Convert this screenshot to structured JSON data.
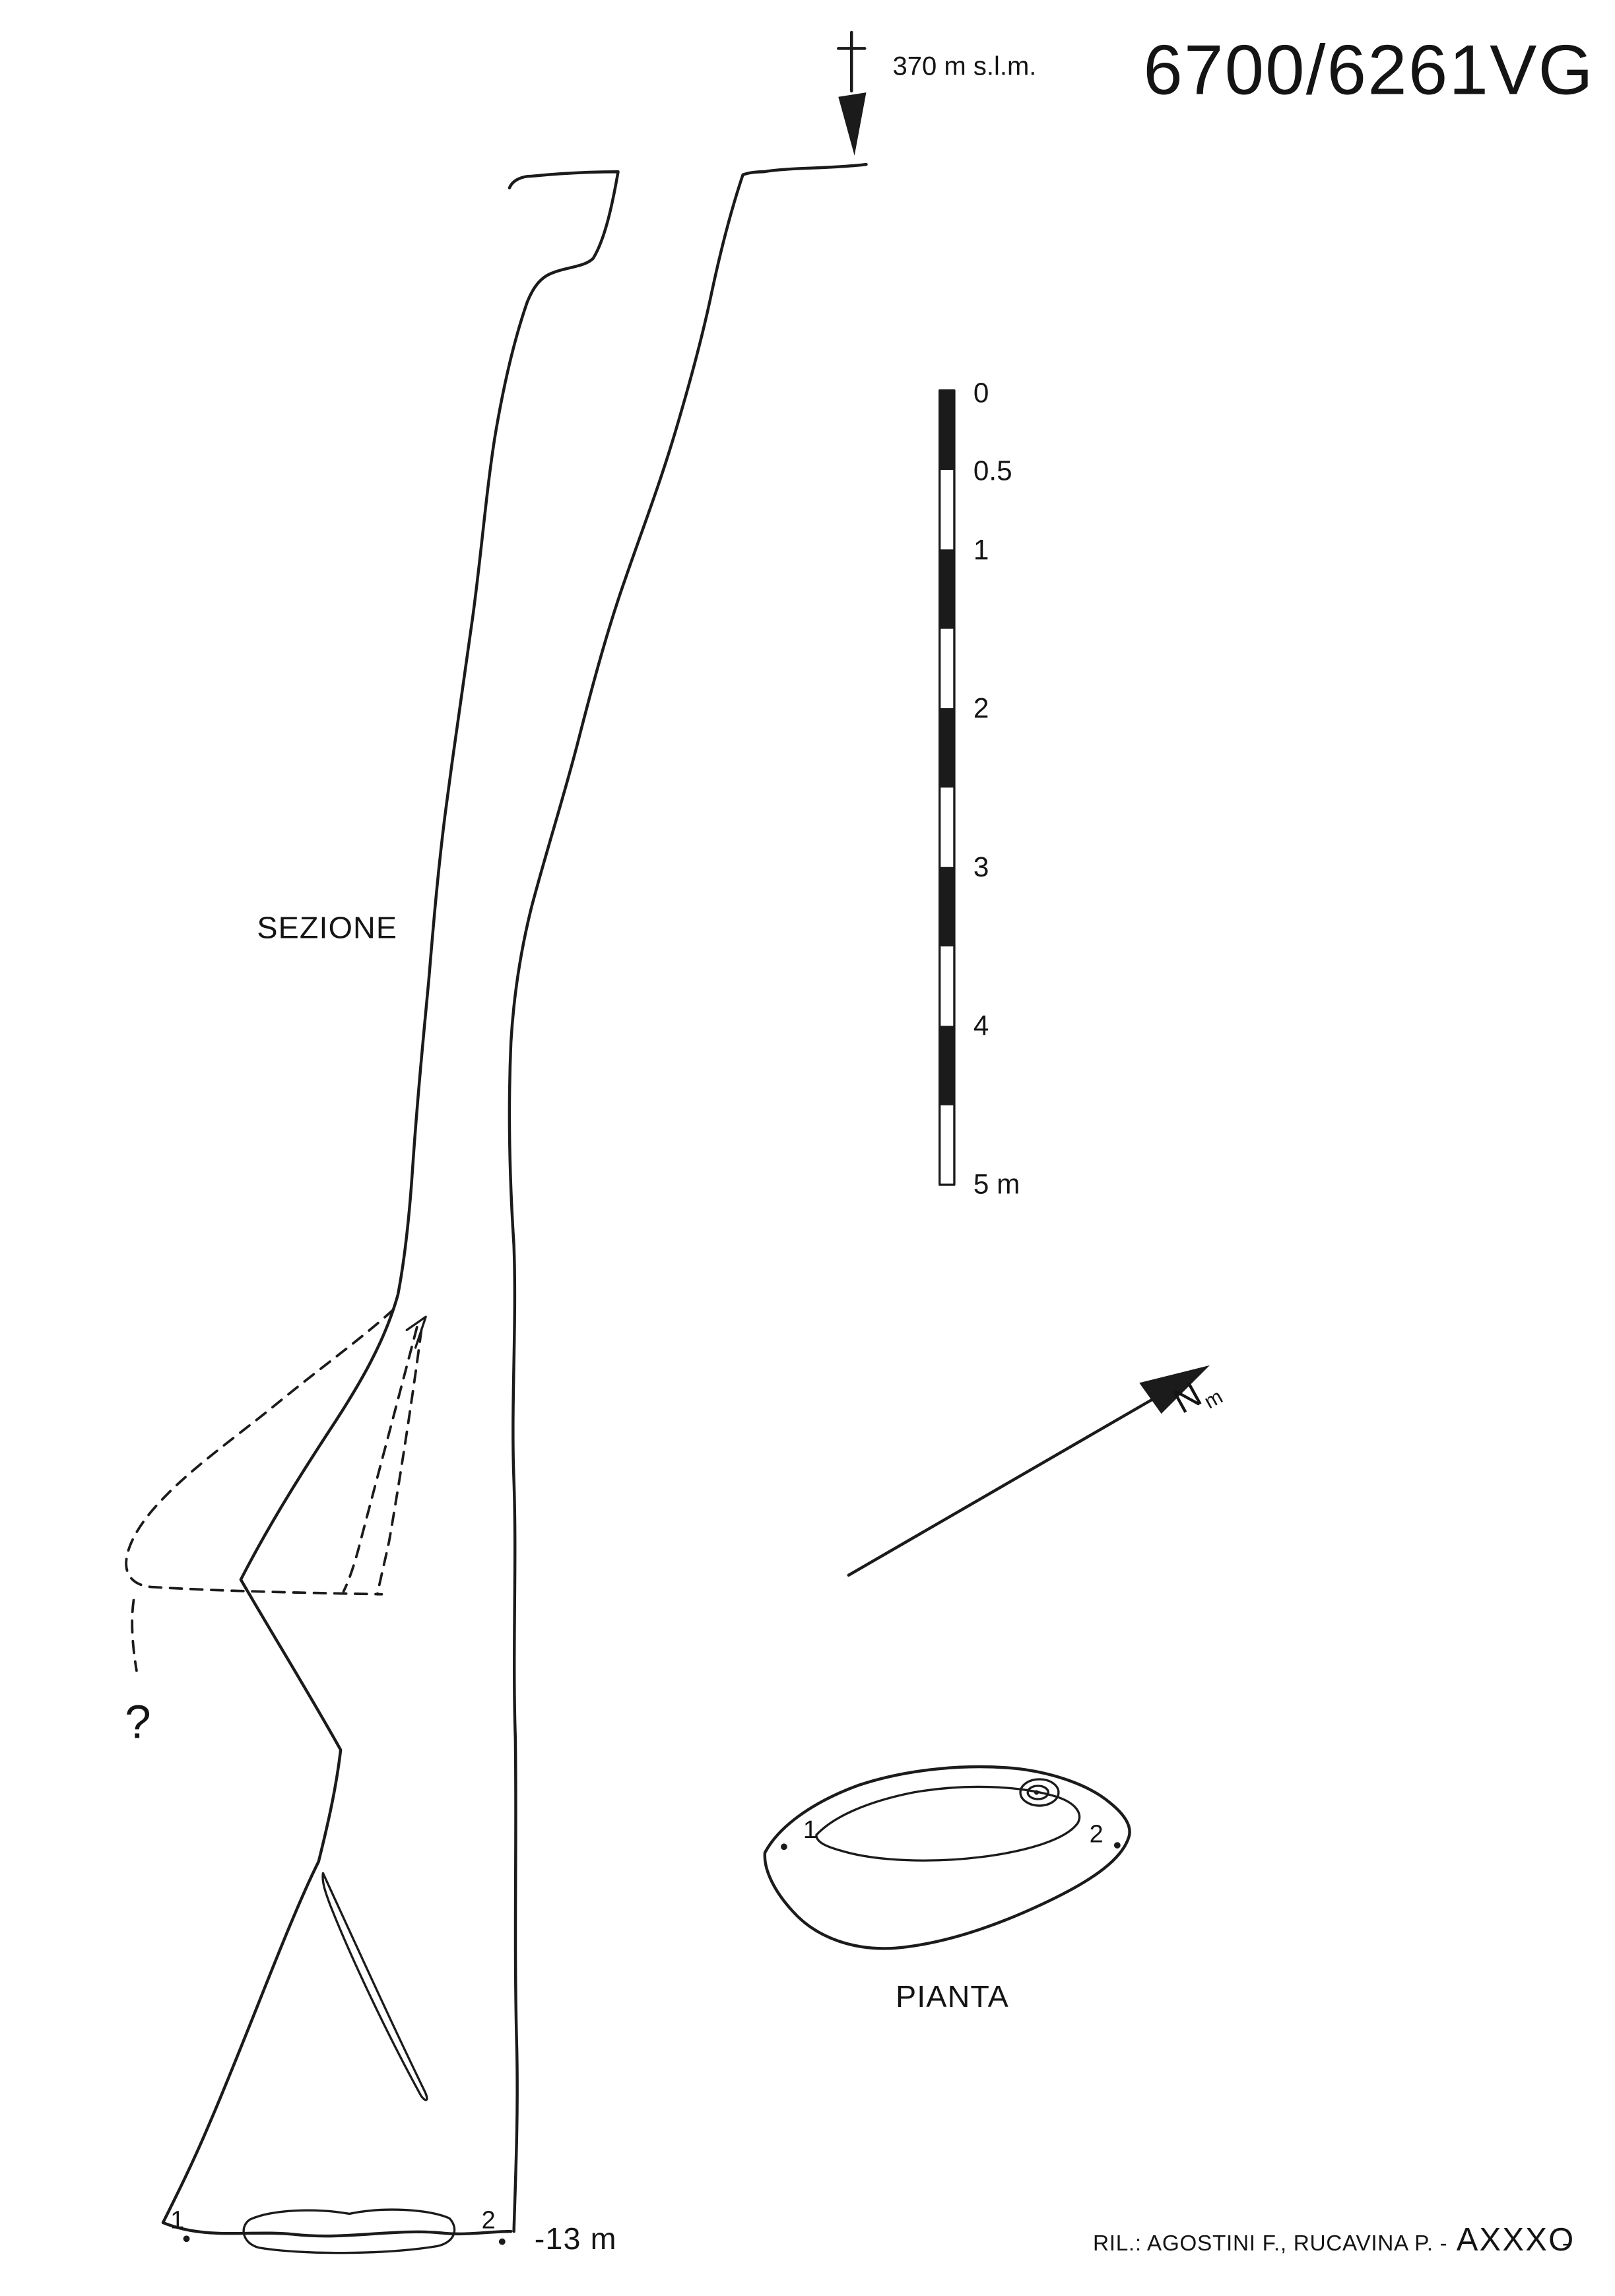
{
  "header": {
    "catalog_number": "6700/6261VG",
    "elevation_label": "370 m s.l.m."
  },
  "section": {
    "label": "SEZIONE",
    "depth_label": "-13 m",
    "station_left": "1",
    "station_right": "2",
    "uncertainty_mark": "?"
  },
  "plan": {
    "label": "PIANTA",
    "station_left": "1",
    "station_right": "2"
  },
  "scale_bar": {
    "labels": [
      "0",
      "0.5",
      "1",
      "2",
      "3",
      "4",
      "5 m"
    ]
  },
  "north_arrow": {
    "label": "N",
    "subscript": "m"
  },
  "credits": {
    "prefix": "RIL.: AGOSTINI F., RUCAVINA P. -",
    "group": "AXXXO",
    "suffix": "-"
  },
  "colors": {
    "ink": "#1b1b1b",
    "background": "#ffffff"
  }
}
